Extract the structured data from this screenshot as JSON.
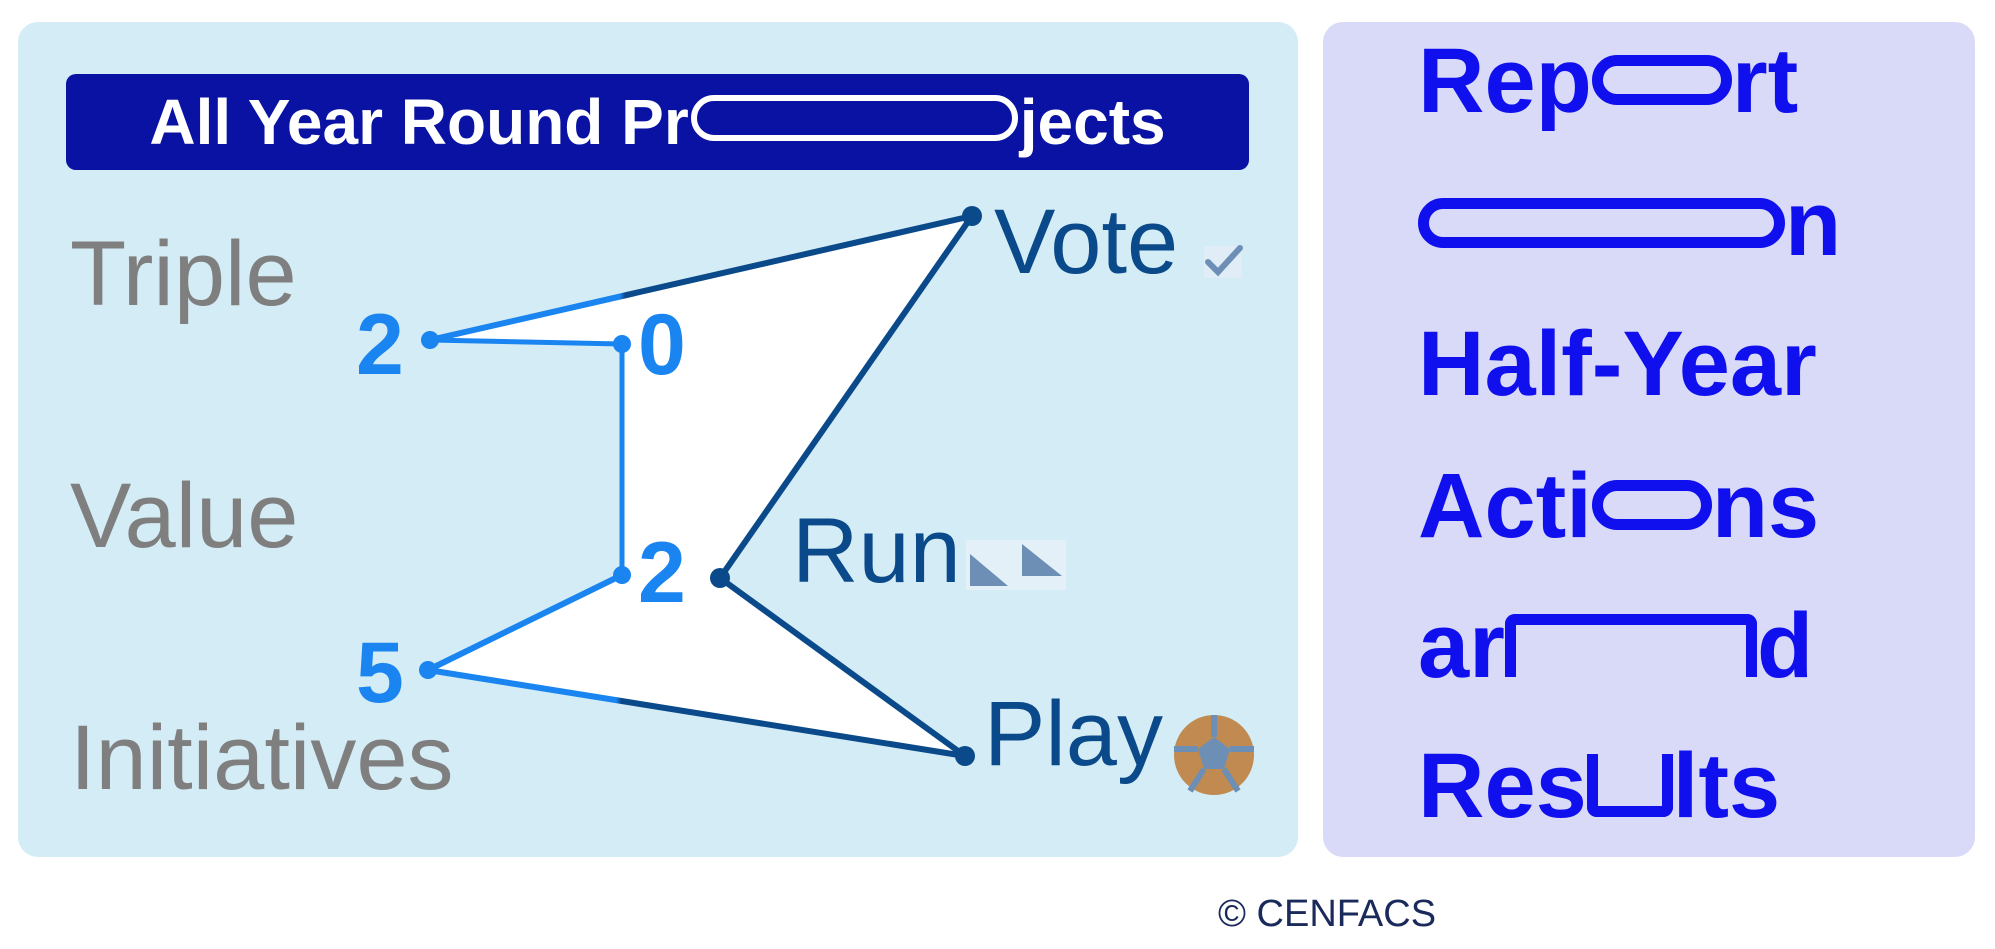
{
  "title": {
    "before": "All Year Round Pr",
    "after": "jects"
  },
  "left_words": [
    "Triple",
    "Value",
    "Initiatives"
  ],
  "numbers": [
    "2",
    "0",
    "2",
    "5"
  ],
  "actions": [
    "Vote",
    "Run",
    "Play"
  ],
  "icons": [
    "checkmark-icon",
    "running-shoes-icon",
    "football-icon"
  ],
  "right_lines": {
    "l1_a": "Rep",
    "l1_b": "rt",
    "l2_b": "n",
    "l3": "Half-Year",
    "l4_a": "Acti",
    "l4_b": "ns",
    "l5_a": "ar",
    "l5_b": "d",
    "l6_a": "Res",
    "l6_b": "lts"
  },
  "copyright": "© CENFACS",
  "colors": {
    "panel_left": "#d4ecf5",
    "panel_right": "#d9daf7",
    "title_bar": "#0a12a3",
    "light_blue_line": "#1a85f0",
    "dark_blue_line": "#0b4a8a",
    "right_text": "#1010ee"
  }
}
